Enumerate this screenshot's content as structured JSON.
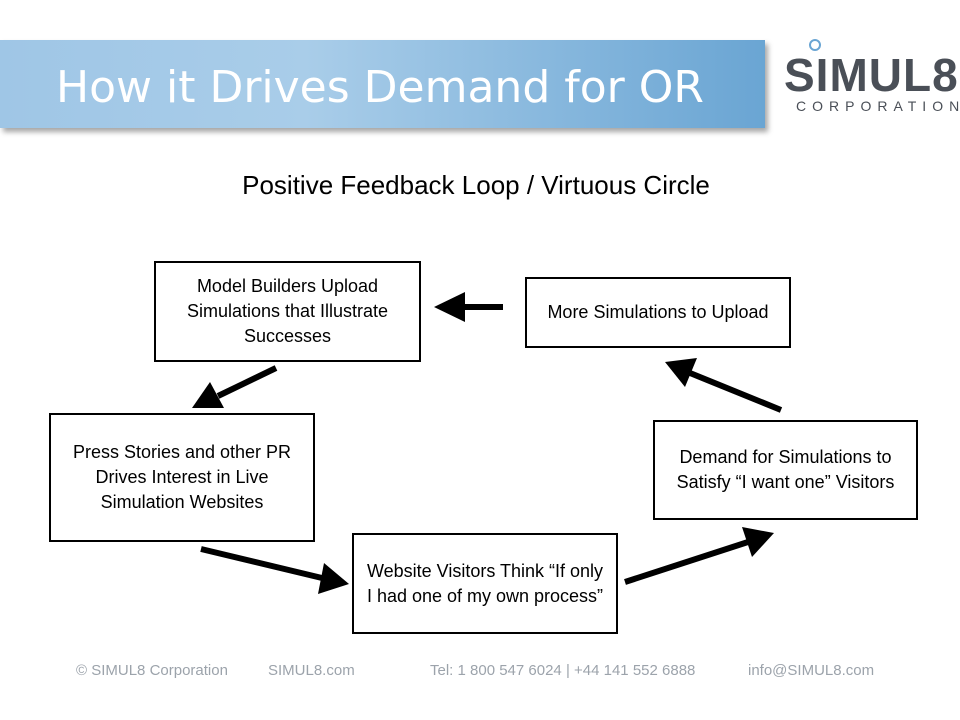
{
  "header": {
    "title": "How it Drives Demand for OR"
  },
  "logo": {
    "main": "SIMUL8",
    "sub": "CORPORATION"
  },
  "subtitle": "Positive Feedback Loop / Virtuous Circle",
  "boxes": {
    "model_builders": "Model Builders Upload Simulations that Illustrate Successes",
    "more_simulations": "More Simulations to Upload",
    "press_stories": "Press Stories and other PR Drives Interest in Live Simulation Websites",
    "demand": "Demand for Simulations to Satisfy “I want one” Visitors",
    "visitors_think": "Website Visitors Think “If only I had one of my own process”"
  },
  "footer": {
    "copyright": "© SIMUL8 Corporation",
    "website": "SIMUL8.com",
    "phone": "Tel: 1 800 547 6024 | +44 141 552 6888",
    "email": "info@SIMUL8.com"
  },
  "colors": {
    "title_bar": "#8dbbe0",
    "logo_gray": "#4a4f57",
    "footer_text": "#9ca3ab"
  }
}
